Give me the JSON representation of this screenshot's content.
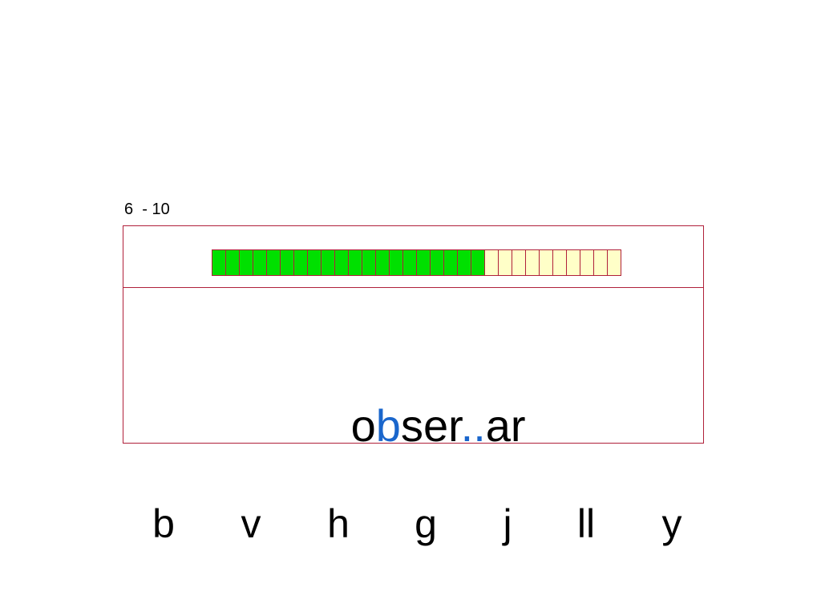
{
  "counter": "6  - 10",
  "progress": {
    "total_segments": 30,
    "filled_segments": 20,
    "filled_color": "#00e000",
    "empty_color": "#ffffc8",
    "border_color": "#b0203a"
  },
  "word": {
    "parts": [
      {
        "text": "o",
        "color": "#000000"
      },
      {
        "text": "b",
        "color": "#1a66cc"
      },
      {
        "text": "ser",
        "color": "#000000"
      },
      {
        "text": "..",
        "color": "#1a66cc"
      },
      {
        "text": "ar",
        "color": "#000000"
      }
    ]
  },
  "choices": [
    "b",
    "v",
    "h",
    "g",
    "j",
    "ll",
    "y"
  ]
}
